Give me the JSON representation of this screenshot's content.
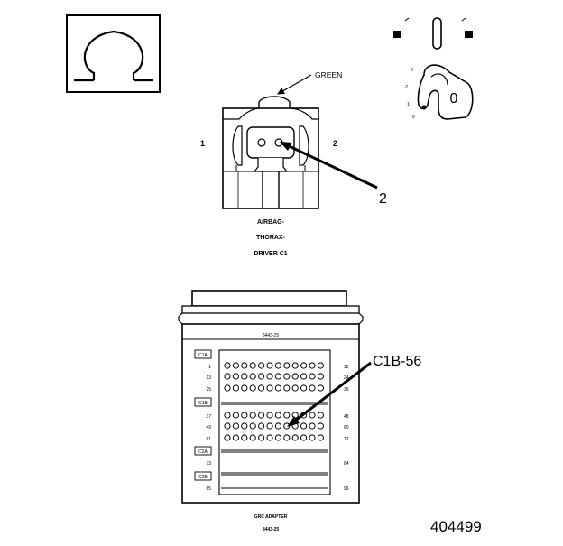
{
  "symbol": {
    "name": "ohm-icon",
    "glyph": "Ω"
  },
  "key_switch": {
    "positions": [
      "3",
      "2",
      "1",
      "0"
    ],
    "key_label": "0"
  },
  "connector": {
    "wire_color_label": "GREEN",
    "pin_left_label": "1",
    "pin_right_label": "2",
    "callout_pin": "2",
    "name_lines": [
      "AIRBAG-",
      "THORAX-",
      "DRIVER C1"
    ]
  },
  "adapter": {
    "top_part_number": "8443-25",
    "groups": [
      "C1A",
      "C1B",
      "C2A",
      "C2B"
    ],
    "left_numbers": [
      "1",
      "13",
      "25",
      "37",
      "49",
      "61",
      "73",
      "85"
    ],
    "right_numbers": [
      "12",
      "24",
      "36",
      "48",
      "60",
      "72",
      "84",
      "96"
    ],
    "callout_label": "C1B-56",
    "bottom_title": "GRC ADAPTER",
    "bottom_part_number": "8443-25"
  },
  "figure_number": "404499"
}
